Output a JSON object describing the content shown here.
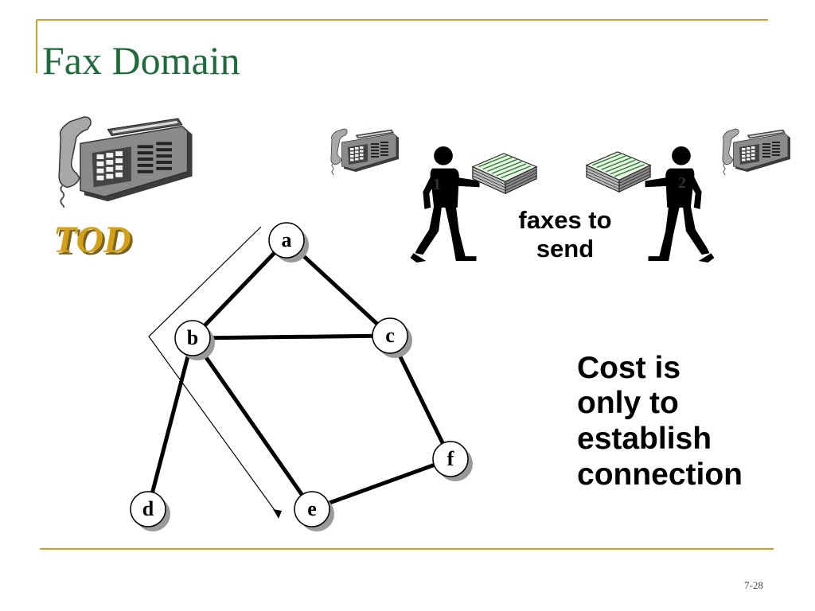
{
  "slide": {
    "title": "Fax Domain",
    "tod_label": "TOD",
    "faxes_label_line1": "faxes to",
    "faxes_label_line2": "send",
    "cost_lines": [
      "Cost is",
      "only to",
      "establish",
      "connection"
    ],
    "page_number": "7-28",
    "accent_color": "#d4a017",
    "title_color": "#1f6b3a"
  },
  "people": [
    {
      "number": "1"
    },
    {
      "number": "2"
    }
  ],
  "graph": {
    "nodes": [
      {
        "id": "a",
        "label": "a"
      },
      {
        "id": "b",
        "label": "b"
      },
      {
        "id": "c",
        "label": "c"
      },
      {
        "id": "d",
        "label": "d"
      },
      {
        "id": "e",
        "label": "e"
      },
      {
        "id": "f",
        "label": "f"
      }
    ],
    "edges": [
      [
        "a",
        "b"
      ],
      [
        "a",
        "c"
      ],
      [
        "b",
        "c"
      ],
      [
        "b",
        "d"
      ],
      [
        "b",
        "e"
      ],
      [
        "c",
        "f"
      ],
      [
        "e",
        "f"
      ]
    ]
  },
  "icons": [
    "fax-phone-icon",
    "person-icon",
    "fax-stack-icon"
  ]
}
